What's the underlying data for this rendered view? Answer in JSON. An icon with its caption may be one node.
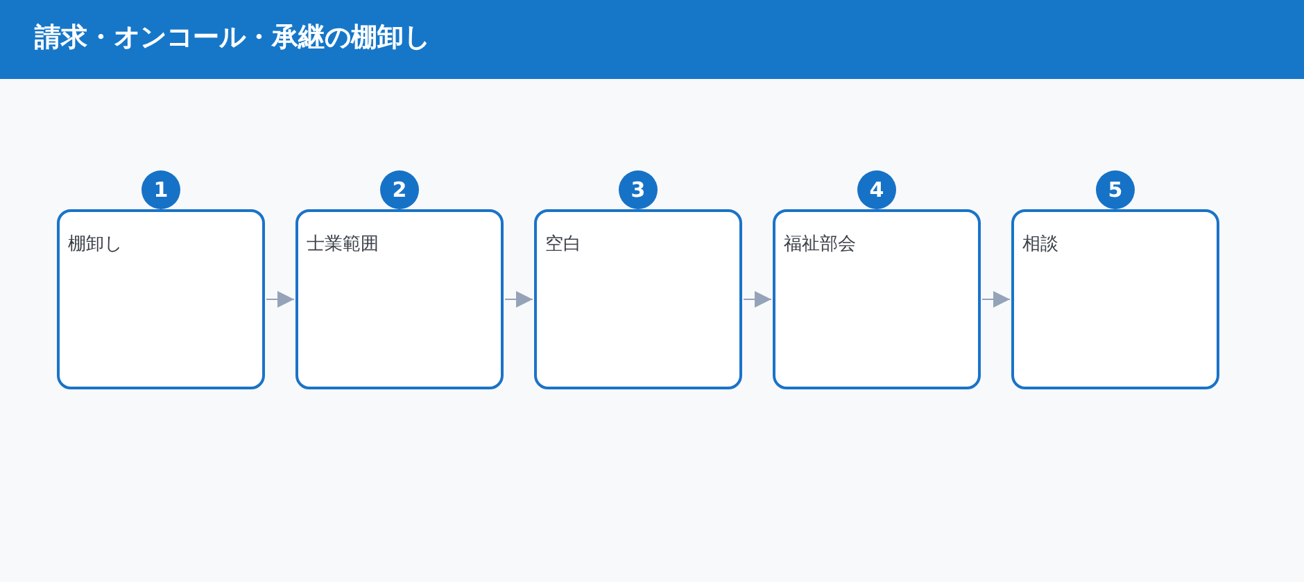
{
  "diagram": {
    "title": "請求・オンコール・承継の棚卸し",
    "nodes": [
      {
        "text": [
          "棚卸し"
        ],
        "beside": [
          "1"
        ]
      },
      {
        "text": [
          "士業範囲"
        ],
        "beside": [
          "2"
        ]
      },
      {
        "text": [
          "空白"
        ],
        "beside": [
          "3"
        ]
      },
      {
        "text": [
          "福祉部会"
        ],
        "beside": [
          "4"
        ]
      },
      {
        "text": [
          "相談"
        ],
        "beside": [
          "5"
        ]
      }
    ],
    "edges": [
      {
        "from": 0,
        "to": 1,
        "arrow": "to"
      },
      {
        "from": 1,
        "to": 2,
        "arrow": "to"
      },
      {
        "from": 2,
        "to": 3,
        "arrow": "to"
      },
      {
        "from": 3,
        "to": 4,
        "arrow": "to"
      }
    ]
  }
}
